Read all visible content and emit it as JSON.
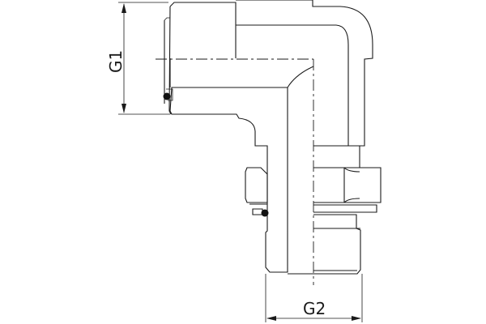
{
  "drawing": {
    "dimensions": [
      {
        "id": "g1",
        "label": "G1"
      },
      {
        "id": "g2",
        "label": "G2"
      }
    ],
    "colors": {
      "line": "#1a1a1a",
      "background": "#ffffff"
    }
  }
}
